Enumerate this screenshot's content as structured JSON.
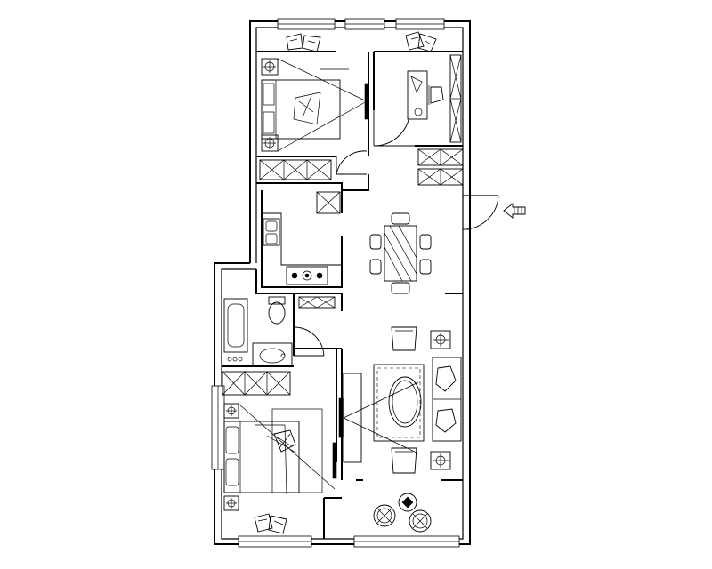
{
  "image": {
    "width": 800,
    "height": 640,
    "background": "#ffffff",
    "ink": "#000000"
  },
  "plan": {
    "rooms": [
      {
        "id": "bedroom-north",
        "features": [
          "double-bed",
          "nightstand",
          "nightstand",
          "wardrobe",
          "lounge-chairs"
        ]
      },
      {
        "id": "study",
        "features": [
          "desk",
          "desk-chair",
          "bookshelf",
          "wall-cabinet",
          "lounge-chairs"
        ]
      },
      {
        "id": "kitchen",
        "features": [
          "double-sink",
          "gas-hob",
          "refrigerator",
          "counter-cabinet"
        ]
      },
      {
        "id": "dining",
        "features": [
          "dining-table",
          "six-chairs"
        ]
      },
      {
        "id": "bathroom",
        "features": [
          "bathtub",
          "toilet",
          "wash-basin"
        ]
      },
      {
        "id": "living-room",
        "features": [
          "tv-wall-unit",
          "coffee-table",
          "armchairs",
          "side-tables"
        ]
      },
      {
        "id": "bedroom-south",
        "features": [
          "double-bed",
          "nightstand",
          "nightstand",
          "wardrobe",
          "lounge-chairs"
        ]
      },
      {
        "id": "balcony",
        "features": [
          "round-table",
          "round-chairs"
        ]
      }
    ],
    "entrance_marker": "arrow-icon"
  }
}
